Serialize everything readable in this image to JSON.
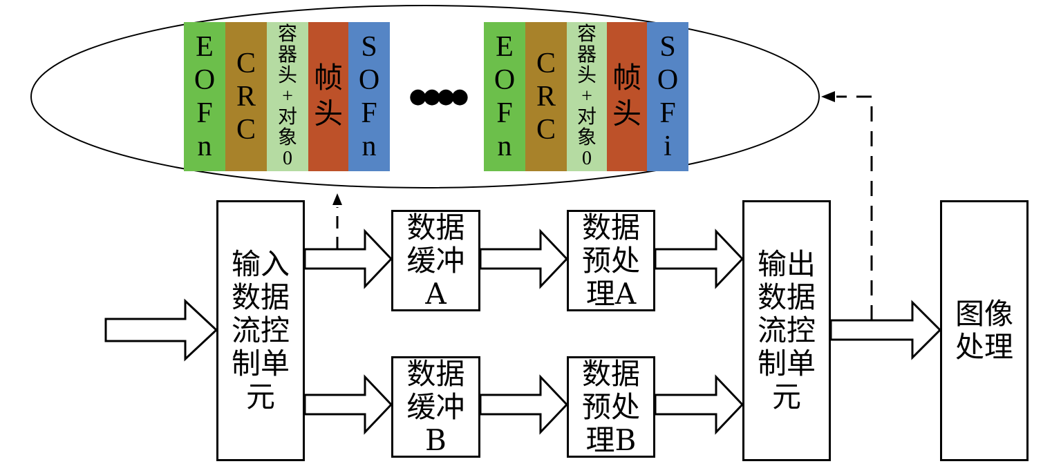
{
  "diagram": {
    "blocks": {
      "input_ctrl": "输入\n数据\n流控\n制单\n元",
      "buffer_a": "数据\n缓冲\nA",
      "preproc_a": "数据\n预处\n理A",
      "buffer_b": "数据\n缓冲\nB",
      "preproc_b": "数据\n预处\n理B",
      "output_ctrl": "输出\n数据\n流控\n制单\n元",
      "image_proc": "图像\n处理"
    },
    "stream_first": {
      "eof": "E\nO\nF\nn",
      "crc": "C\nR\nC",
      "header": "容\n器\n头\n+\n对\n象\n0",
      "frame": "帧\n头",
      "sof": "S\nO\nF\nn"
    },
    "ellipsis": "●●●●",
    "stream_last": {
      "eof": "E\nO\nF\nn",
      "crc": "C\nR\nC",
      "header": "容\n器\n头\n+\n对\n象\n0",
      "frame": "帧\n头",
      "sof": "S\nO\nF\ni"
    },
    "colors": {
      "eof": "#6cbf4b",
      "crc": "#a8822a",
      "header": "#b5dba2",
      "frame": "#bd5129",
      "sof": "#5585c5"
    }
  }
}
